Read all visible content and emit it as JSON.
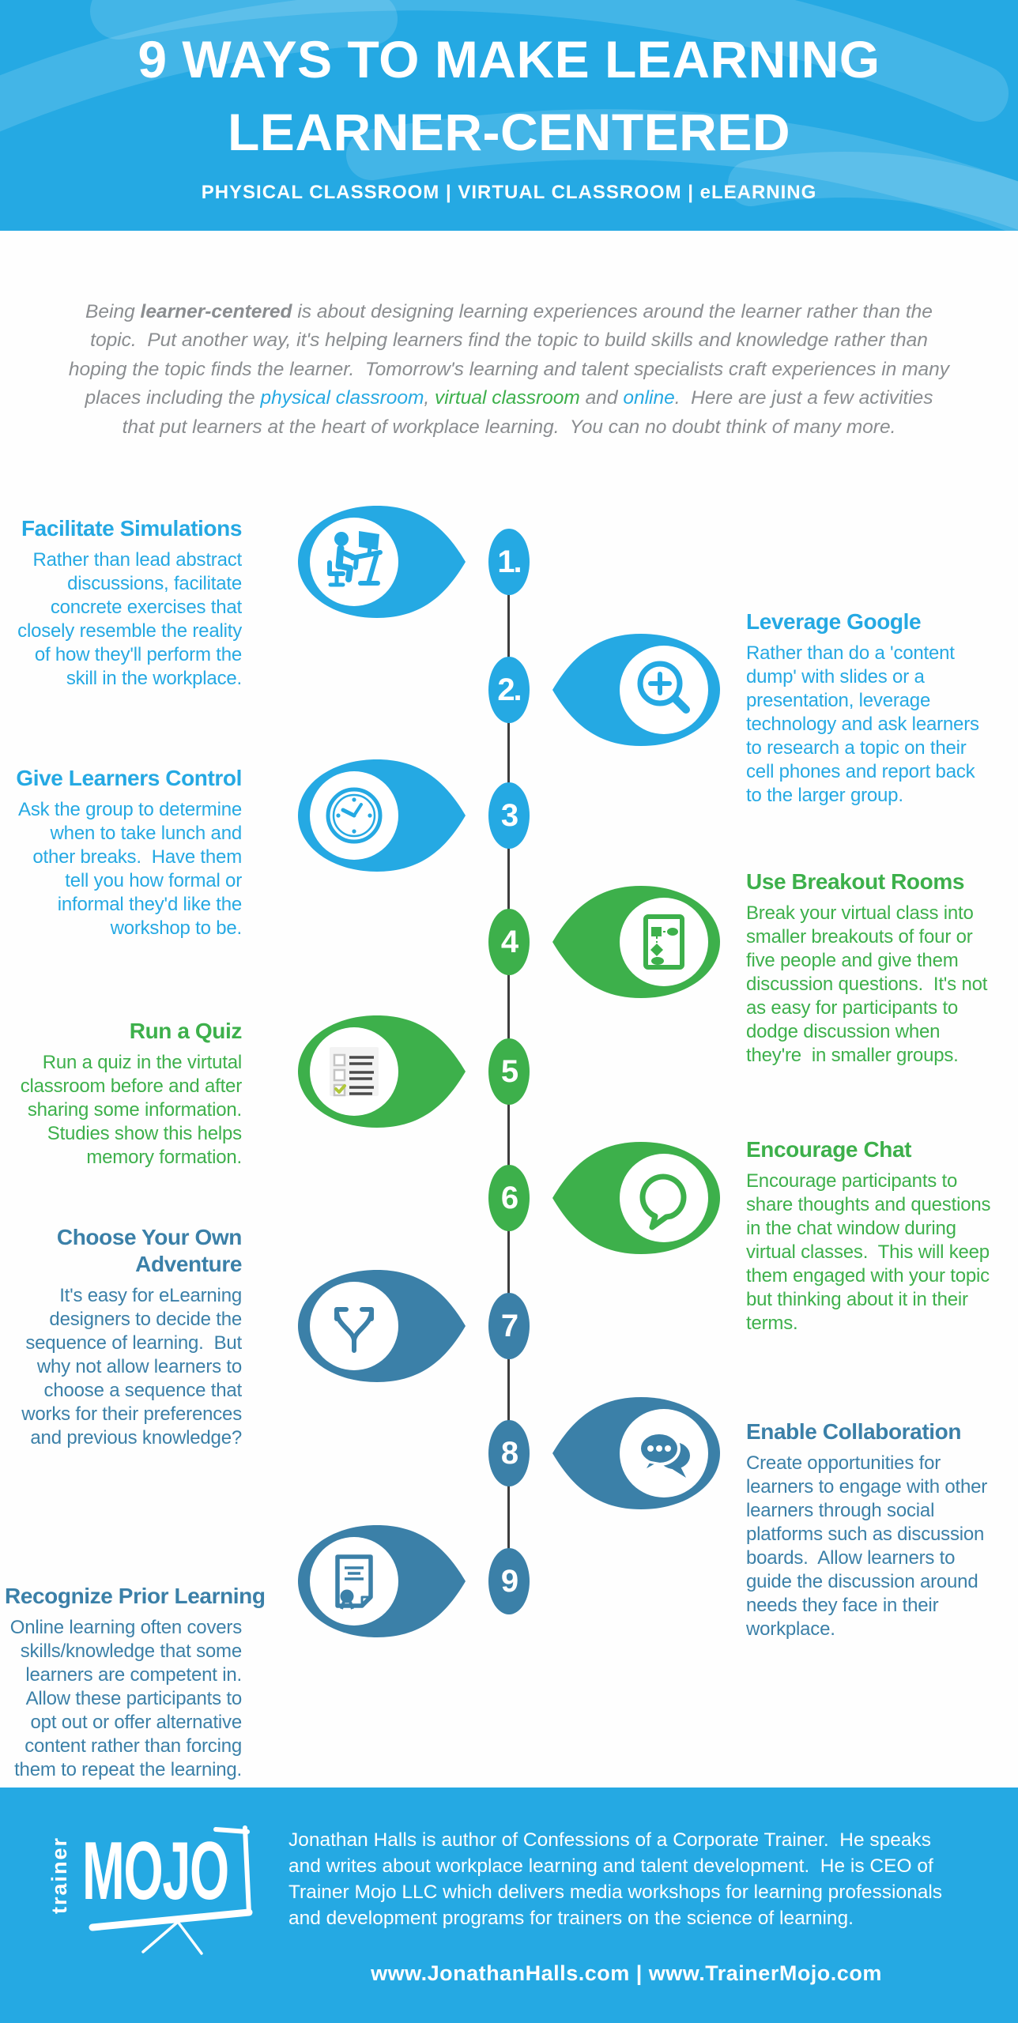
{
  "palette": {
    "blue": "#25a9e3",
    "green": "#3db04b",
    "steel": "#3b80a8",
    "intro_gray": "#8a8d90",
    "line_dark": "#3d3d3d",
    "white": "#ffffff"
  },
  "header": {
    "title_line1": "9 WAYS TO MAKE LEARNING",
    "title_line2": "LEARNER-CENTERED",
    "subtitle": "PHYSICAL CLASSROOM  |  VIRTUAL CLASSROOM  |  eLEARNING"
  },
  "intro": {
    "segments": [
      {
        "text": "Being "
      },
      {
        "text": "learner-centered",
        "bold": true
      },
      {
        "text": " is about designing learning experiences around the learner rather than the topic.  Put another way, it's helping learners find the topic to build skills and knowledge rather than hoping the topic finds the learner.  Tomorrow's learning and talent specialists craft experiences in many places including the "
      },
      {
        "text": "physical classroom",
        "color": "blue"
      },
      {
        "text": ", "
      },
      {
        "text": "virtual classroom",
        "color": "green"
      },
      {
        "text": " and "
      },
      {
        "text": "online",
        "color": "blue"
      },
      {
        "text": ".  Here are just a few activities that put learners at the heart of workplace learning.  You can no doubt think of many more."
      }
    ]
  },
  "items": [
    {
      "number": "1.",
      "side": "left",
      "color": "blue",
      "icon": "workstation-icon",
      "title": "Facilitate Simulations",
      "body": "Rather than lead abstract discussions, facilitate concrete exercises that closely resemble the reality of how they'll perform the skill in the workplace."
    },
    {
      "number": "2.",
      "side": "right",
      "color": "blue",
      "icon": "search-plus-icon",
      "title": "Leverage Google",
      "body": "Rather than do a 'content dump' with slides or a presentation, leverage technology and ask learners to research a topic on their cell phones and report back to the larger group."
    },
    {
      "number": "3",
      "side": "left",
      "color": "blue",
      "icon": "clock-icon",
      "title": "Give Learners Control",
      "body": "Ask the group to determine when to take lunch and other breaks.  Have them tell you how formal or informal they'd like the workshop to be."
    },
    {
      "number": "4",
      "side": "right",
      "color": "green",
      "icon": "breakout-board-icon",
      "title": "Use Breakout Rooms",
      "body": "Break your virtual class into smaller breakouts of four or five people and give them discussion questions.  It's not as easy for participants to dodge discussion when they're  in smaller groups."
    },
    {
      "number": "5",
      "side": "left",
      "color": "green",
      "icon": "quiz-checklist-icon",
      "title": "Run a Quiz",
      "body": "Run a quiz in the virtutal classroom before and after sharing some information.  Studies show this helps memory formation."
    },
    {
      "number": "6",
      "side": "right",
      "color": "green",
      "icon": "chat-bubble-icon",
      "title": "Encourage Chat",
      "body": "Encourage participants to share thoughts and questions in the chat window during virtual classes.  This will keep them engaged with your topic but thinking about it in their terms."
    },
    {
      "number": "7",
      "side": "left",
      "color": "steel",
      "icon": "fork-arrows-icon",
      "title": "Choose Your Own\nAdventure",
      "body": "It's easy for eLearning designers to decide the sequence of learning.  But why not allow learners to choose a sequence that works for their preferences and previous knowledge?"
    },
    {
      "number": "8",
      "side": "right",
      "color": "steel",
      "icon": "collaboration-bubbles-icon",
      "title": "Enable Collaboration",
      "body": "Create opportunities for learners to engage with other learners through social platforms such as discussion boards.  Allow learners to guide the discussion around needs they face in their workplace."
    },
    {
      "number": "9",
      "side": "left",
      "color": "steel",
      "icon": "certificate-icon",
      "title": "Recognize Prior Learning",
      "body": "Online learning often covers skills/knowledge that some learners are competent in.  Allow these participants to opt out or offer alternative content rather than forcing them to repeat the learning."
    }
  ],
  "footer": {
    "logo_vertical": "trainer",
    "logo_main": "MOJO",
    "about": "Jonathan Halls is author of Confessions of a Corporate Trainer.  He speaks and writes about workplace learning and talent development.  He is CEO of Trainer Mojo LLC which delivers media workshops for learning professionals and development programs for trainers on the science of learning.",
    "websites": "www.JonathanHalls.com  |  www.TrainerMojo.com"
  }
}
